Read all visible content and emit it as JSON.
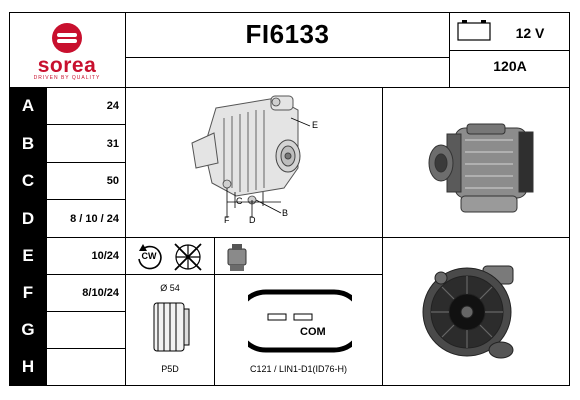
{
  "brand": {
    "name": "sorea",
    "tagline": "DRIVEN BY QUALITY",
    "color": "#c8102e"
  },
  "part_number": "FI6133",
  "specs": {
    "voltage": "12 V",
    "current": "120A"
  },
  "rows": [
    {
      "label": "A",
      "value": "24"
    },
    {
      "label": "B",
      "value": "31"
    },
    {
      "label": "C",
      "value": "50"
    },
    {
      "label": "D",
      "value": "8 / 10 / 24"
    },
    {
      "label": "E",
      "value": "10/24"
    },
    {
      "label": "F",
      "value": "8/10/24"
    },
    {
      "label": "G",
      "value": ""
    },
    {
      "label": "H",
      "value": ""
    }
  ],
  "diagram_labels": {
    "e": "E",
    "b": "B",
    "c": "C",
    "f": "F",
    "d": "D"
  },
  "rotation": "CW",
  "pulley": {
    "diameter": "Ø 54",
    "type": "P5D"
  },
  "connector": {
    "label": "COM",
    "code": "C121 / LIN1-D1(ID76-H)"
  }
}
